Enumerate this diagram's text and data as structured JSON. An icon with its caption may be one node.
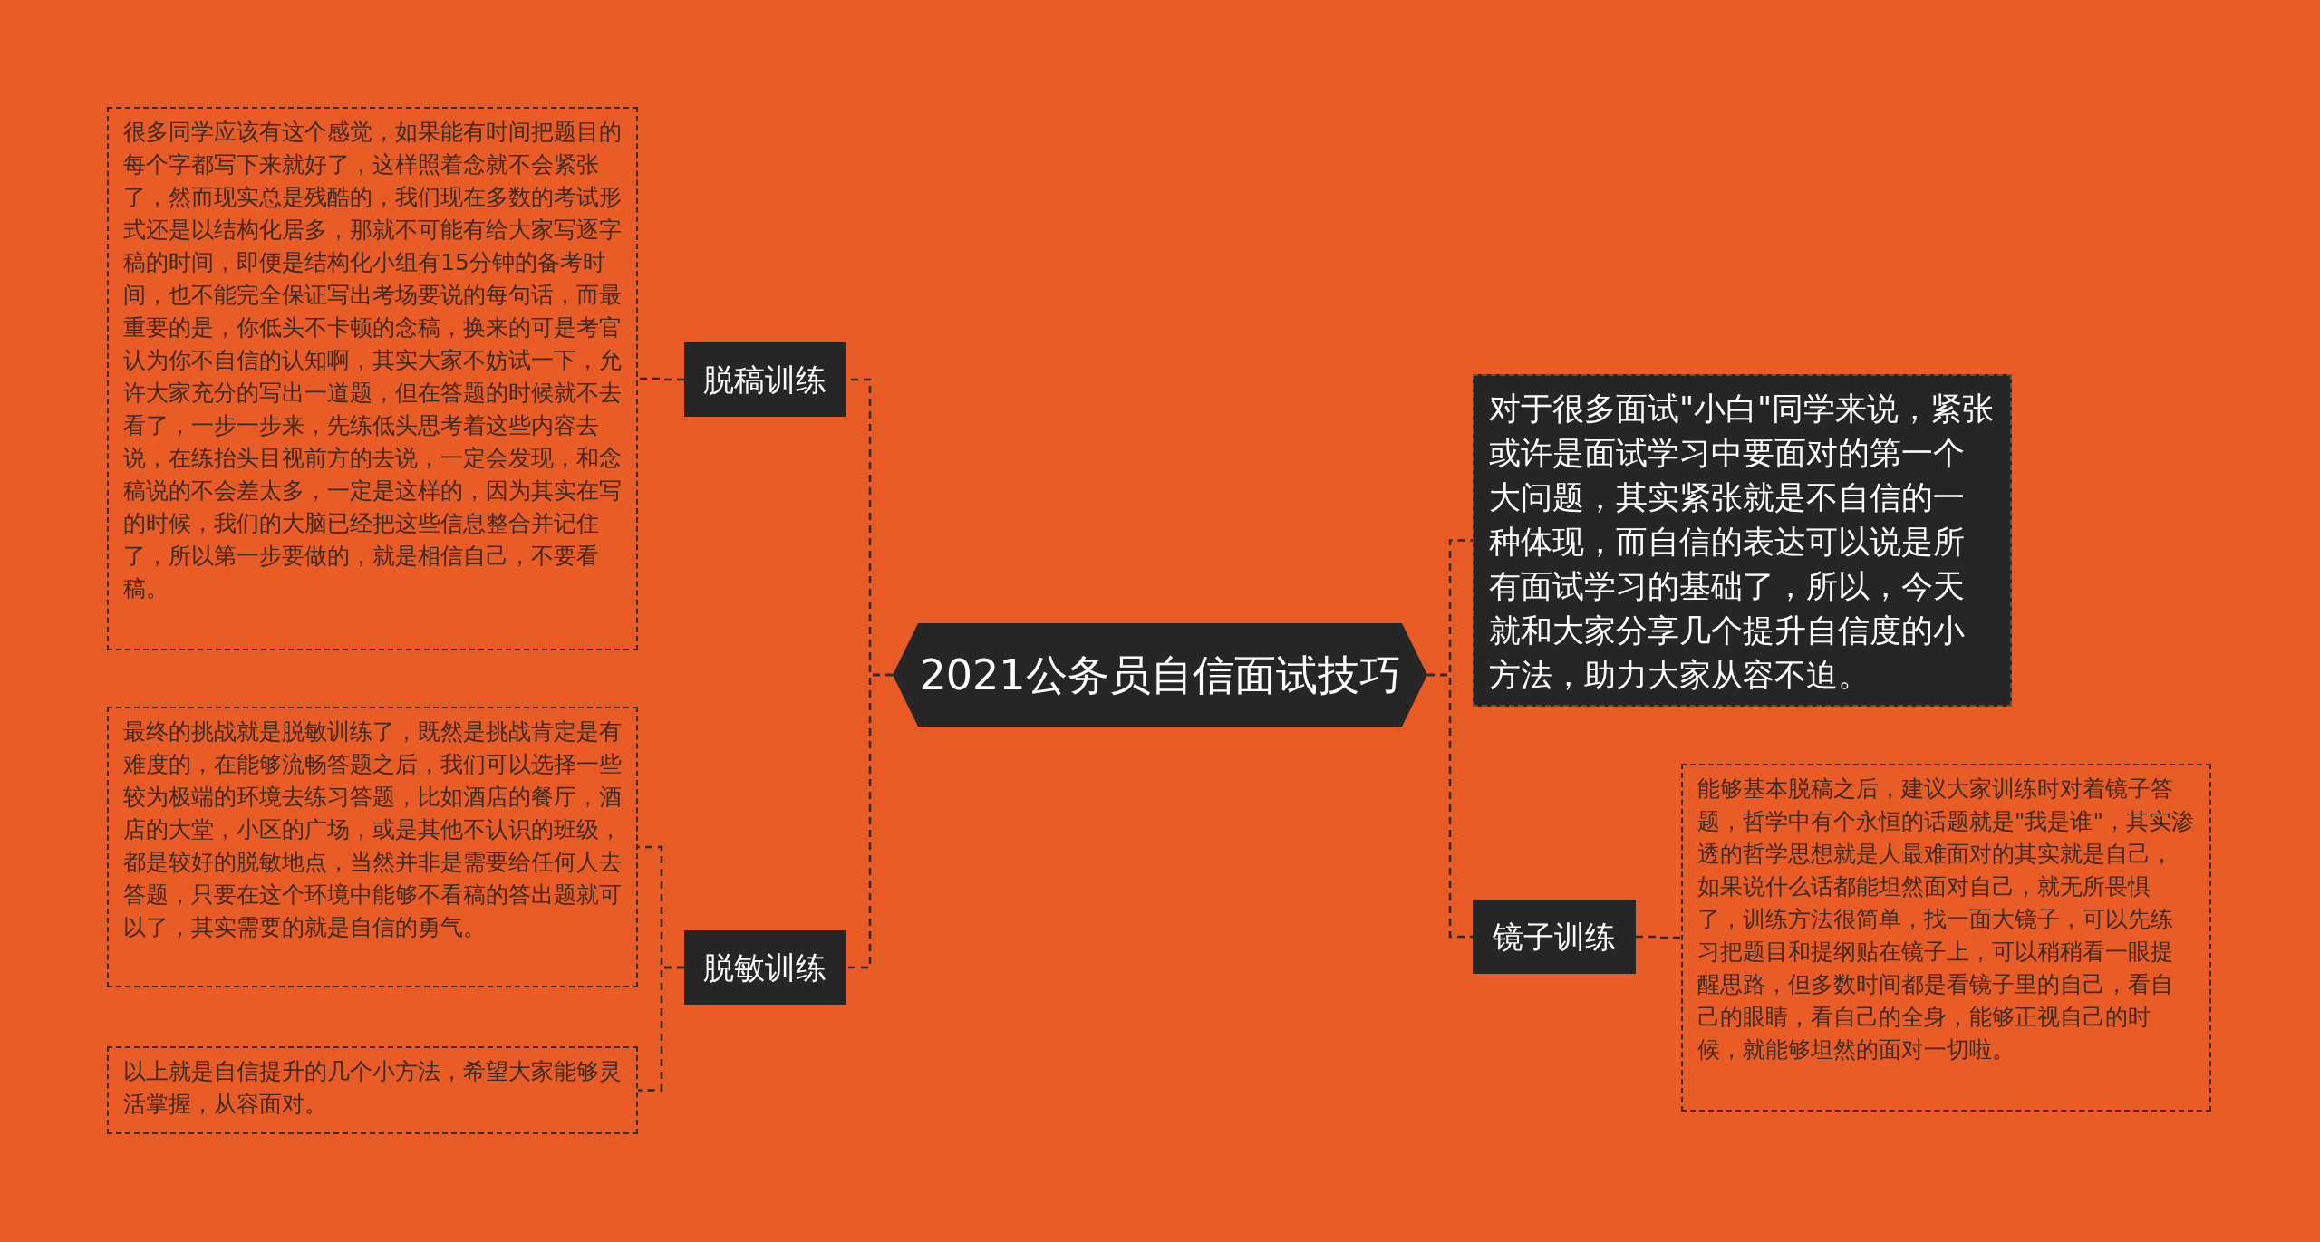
{
  "diagram": {
    "nodes": [
      {
        "text": [
          "2021公务员自信面试技巧"
        ]
      },
      {
        "text": [
          "脱稿训练"
        ]
      },
      {
        "text": [
          "很多同学应该有这个感觉，如果能有时间把题目的每个字都写下来就好了，这样照着念就不会紧张了，然而现实总是残酷的，我们现在多数的考试形式还是以结构化居多，那就不可能有给大家写逐字稿的时间，即便是结构化小组有15分钟的备考时间，也不能完全保证写出考场要说的每句话，而最重要的是，你低头不卡顿的念稿，换来的可是考官认为你不自信的认知啊，其实大家不妨试一下，允许大家充分的写出一道题，但在答题的时候就不去看了，一步一步来，先练低头思考着这些内容去说，在练抬头目视前方的去说，一定会发现，和念稿说的不会差太多，一定是这样的，因为其实在写的时候，我们的大脑已经把这些信息整合并记住了，所以第一步要做的，就是相信自己，不要看稿。"
        ]
      },
      {
        "text": [
          "脱敏训练"
        ]
      },
      {
        "text": [
          "最终的挑战就是脱敏训练了，既然是挑战肯定是有难度的，在能够流畅答题之后，我们可以选择一些较为极端的环境去练习答题，比如酒店的餐厅，酒店的大堂，小区的广场，或是其他不认识的班级，都是较好的脱敏地点，当然并非是需要给任何人去答题，只要在这个环境中能够不看稿的答出题就可以了，其实需要的就是自信的勇气。"
        ]
      },
      {
        "text": [
          "以上就是自信提升的几个小方法，希望大家能够灵活掌握，从容面对。"
        ]
      },
      {
        "text": [
          "对于很多面试\"小白\"同学来说，紧张或许是面试学习中要面对的第一个大问题，其实紧张就是不自信的一种体现，而自信的表达可以说是所有面试学习的基础了，所以，今天就和大家分享几个提升自信度的小方法，助力大家从容不迫。"
        ]
      },
      {
        "text": [
          "镜子训练"
        ]
      },
      {
        "text": [
          "能够基本脱稿之后，建议大家训练时对着镜子答题，哲学中有个永恒的话题就是\"我是谁\"，其实渗透的哲学思想就是人最难面对的其实就是自己，如果说什么话都能坦然面对自己，就无所畏惧了，训练方法很简单，找一面大镜子，可以先练习把题目和提纲贴在镜子上，可以稍稍看一眼提醒思路，但多数时间都是看镜子里的自己，看自己的眼睛，看自己的全身，能够正视自己的时候，就能够坦然的面对一切啦。"
        ]
      }
    ],
    "edges": [
      {
        "from": 0,
        "to": 1,
        "arrow": "none"
      },
      {
        "from": 0,
        "to": 3,
        "arrow": "none"
      },
      {
        "from": 1,
        "to": 2,
        "arrow": "none"
      },
      {
        "from": 3,
        "to": 4,
        "arrow": "none"
      },
      {
        "from": 3,
        "to": 5,
        "arrow": "none"
      },
      {
        "from": 0,
        "to": 6,
        "arrow": "none"
      },
      {
        "from": 0,
        "to": 7,
        "arrow": "none"
      },
      {
        "from": 7,
        "to": 8,
        "arrow": "none"
      }
    ]
  }
}
